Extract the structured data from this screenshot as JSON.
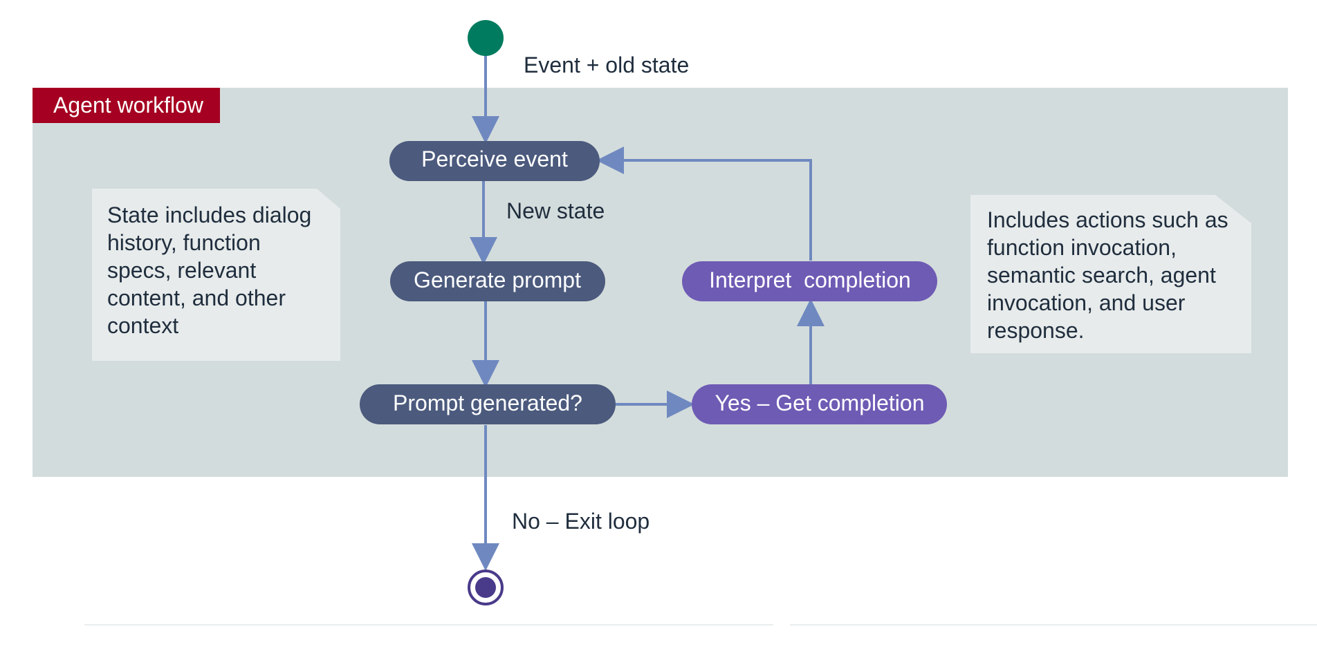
{
  "container": {
    "title": "Agent workflow"
  },
  "edges": {
    "start": "Event + old state",
    "new_state": "New state",
    "exit": "No – Exit loop"
  },
  "nodes": {
    "perceive": "Perceive event",
    "generate": "Generate prompt",
    "decision": "Prompt generated?",
    "get_completion": "Yes – Get completion",
    "interpret": "Interpret  completion"
  },
  "notes": {
    "left": [
      "State includes dialog",
      "history, function",
      "specs, relevant",
      "content, and other",
      "context"
    ],
    "right": [
      "Includes actions such as",
      "function invocation,",
      "semantic search, agent",
      "invocation, and user",
      "response."
    ]
  },
  "colors": {
    "container_bg": "#d3dcdc",
    "container_label_bg": "#a50021",
    "node_dark": "#4b5a7d",
    "node_purple": "#6e5bb4",
    "arrow": "#6f89c0",
    "start_node": "#007b5f",
    "end_node": "#4a3a8a",
    "note_bg": "#e7ebeb"
  }
}
